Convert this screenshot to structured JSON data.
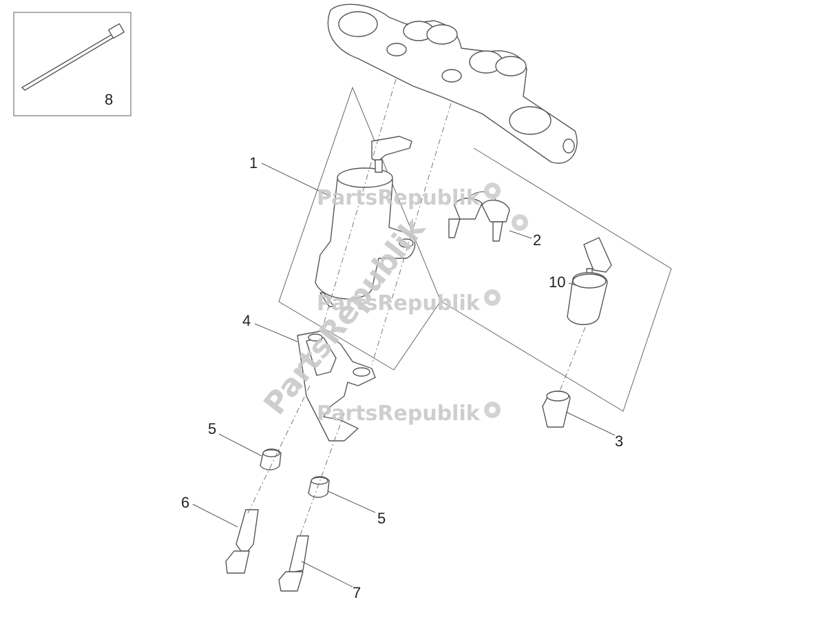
{
  "diagram": {
    "type": "exploded-parts-diagram",
    "watermark_text": "PartsRepublik",
    "callouts": [
      {
        "id": "callout-1",
        "label": "1"
      },
      {
        "id": "callout-2",
        "label": "2"
      },
      {
        "id": "callout-3",
        "label": "3"
      },
      {
        "id": "callout-4",
        "label": "4"
      },
      {
        "id": "callout-5a",
        "label": "5"
      },
      {
        "id": "callout-5b",
        "label": "5"
      },
      {
        "id": "callout-6",
        "label": "6"
      },
      {
        "id": "callout-7",
        "label": "7"
      },
      {
        "id": "callout-8",
        "label": "8"
      },
      {
        "id": "callout-10",
        "label": "10"
      }
    ],
    "colors": {
      "line": "#555555",
      "watermark": "#c9c9c9",
      "background": "#ffffff"
    }
  }
}
